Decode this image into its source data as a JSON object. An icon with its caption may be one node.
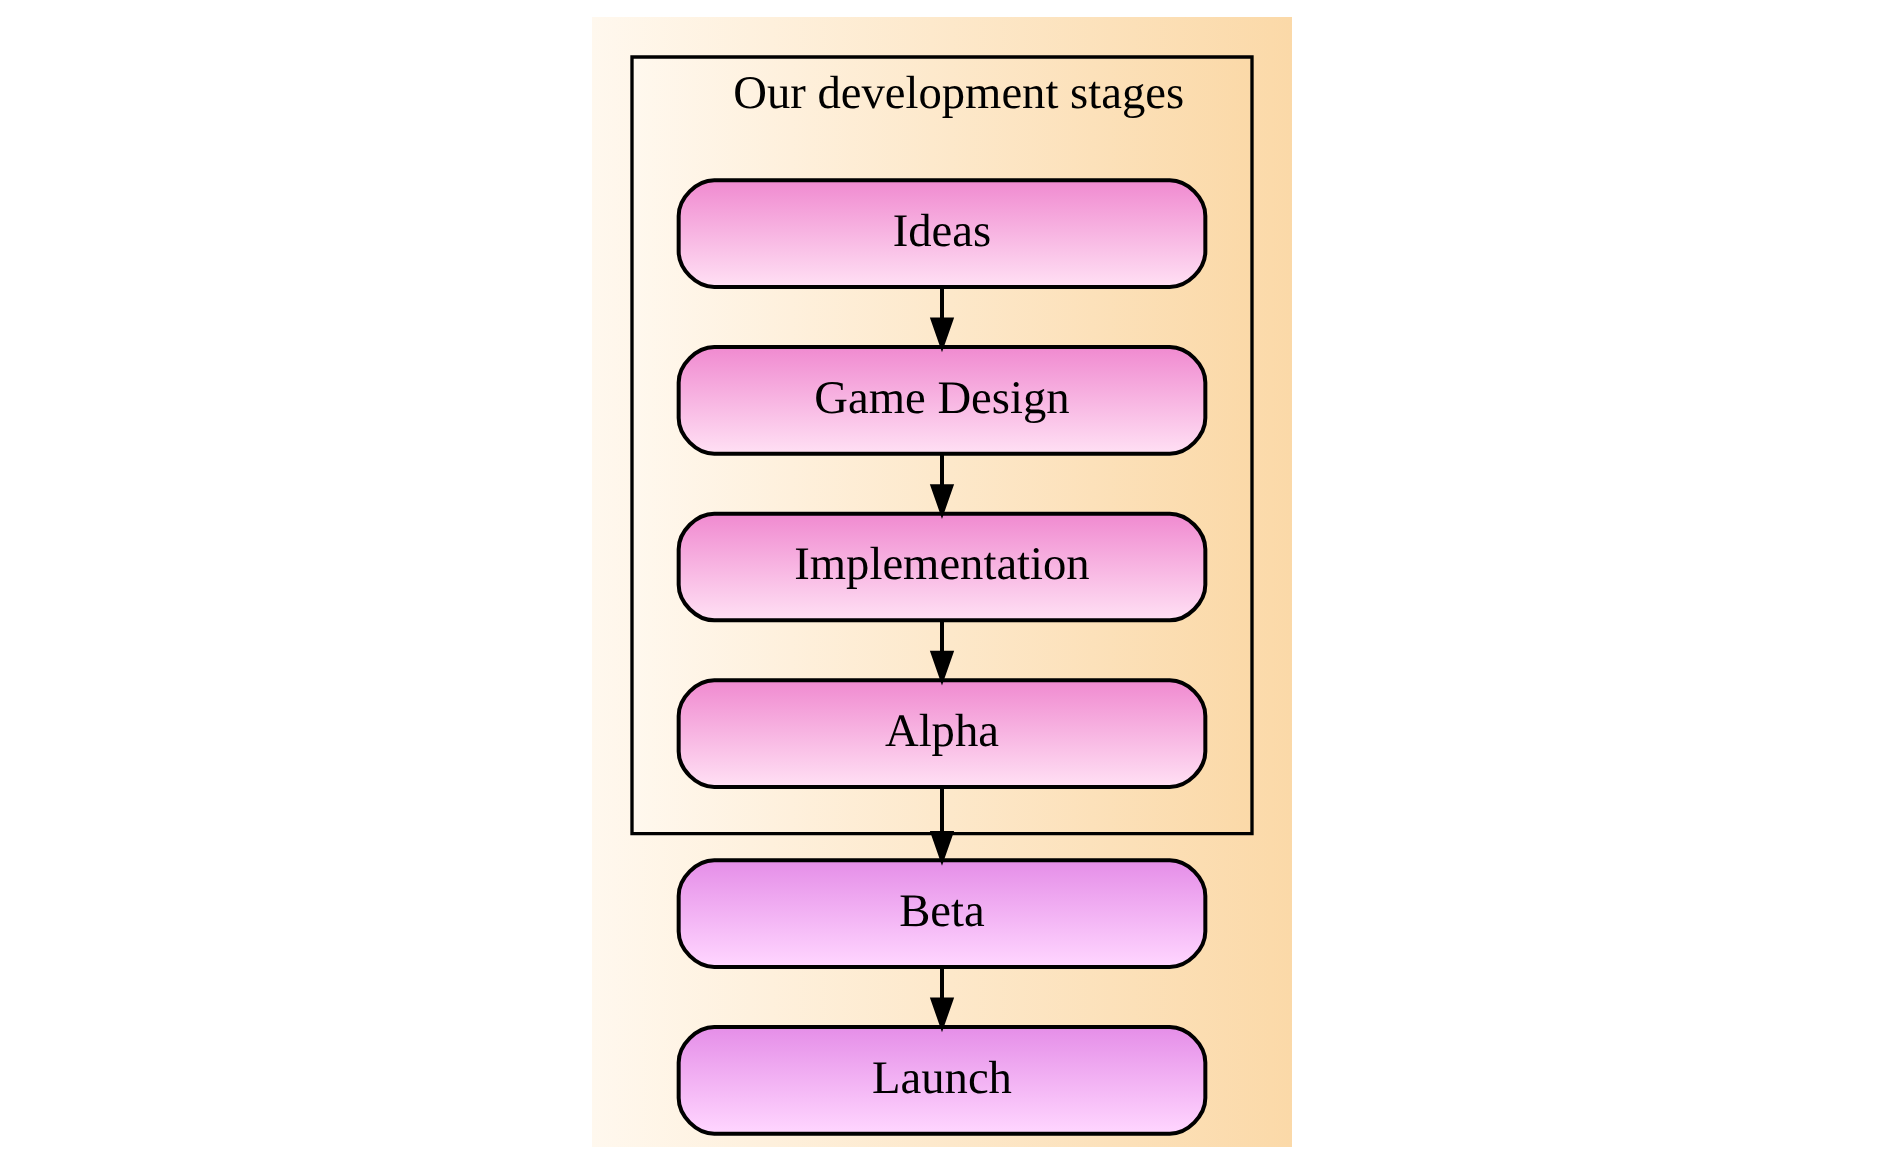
{
  "diagram": {
    "nodes": [
      {
        "text": [
          "Our development stages"
        ]
      },
      {
        "text": [
          "Ideas"
        ],
        "in": 0
      },
      {
        "text": [
          "Game Design"
        ],
        "in": 0
      },
      {
        "text": [
          "Implementation"
        ],
        "in": 0
      },
      {
        "text": [
          "Alpha"
        ],
        "in": 0
      },
      {
        "text": [
          "Beta"
        ]
      },
      {
        "text": [
          "Launch"
        ]
      }
    ],
    "edges": [
      {
        "from": 1,
        "to": 2,
        "arrow": "to"
      },
      {
        "from": 2,
        "to": 3,
        "arrow": "to"
      },
      {
        "from": 3,
        "to": 4,
        "arrow": "to"
      },
      {
        "from": 4,
        "to": 5,
        "arrow": "to"
      },
      {
        "from": 5,
        "to": 6,
        "arrow": "to"
      }
    ]
  }
}
